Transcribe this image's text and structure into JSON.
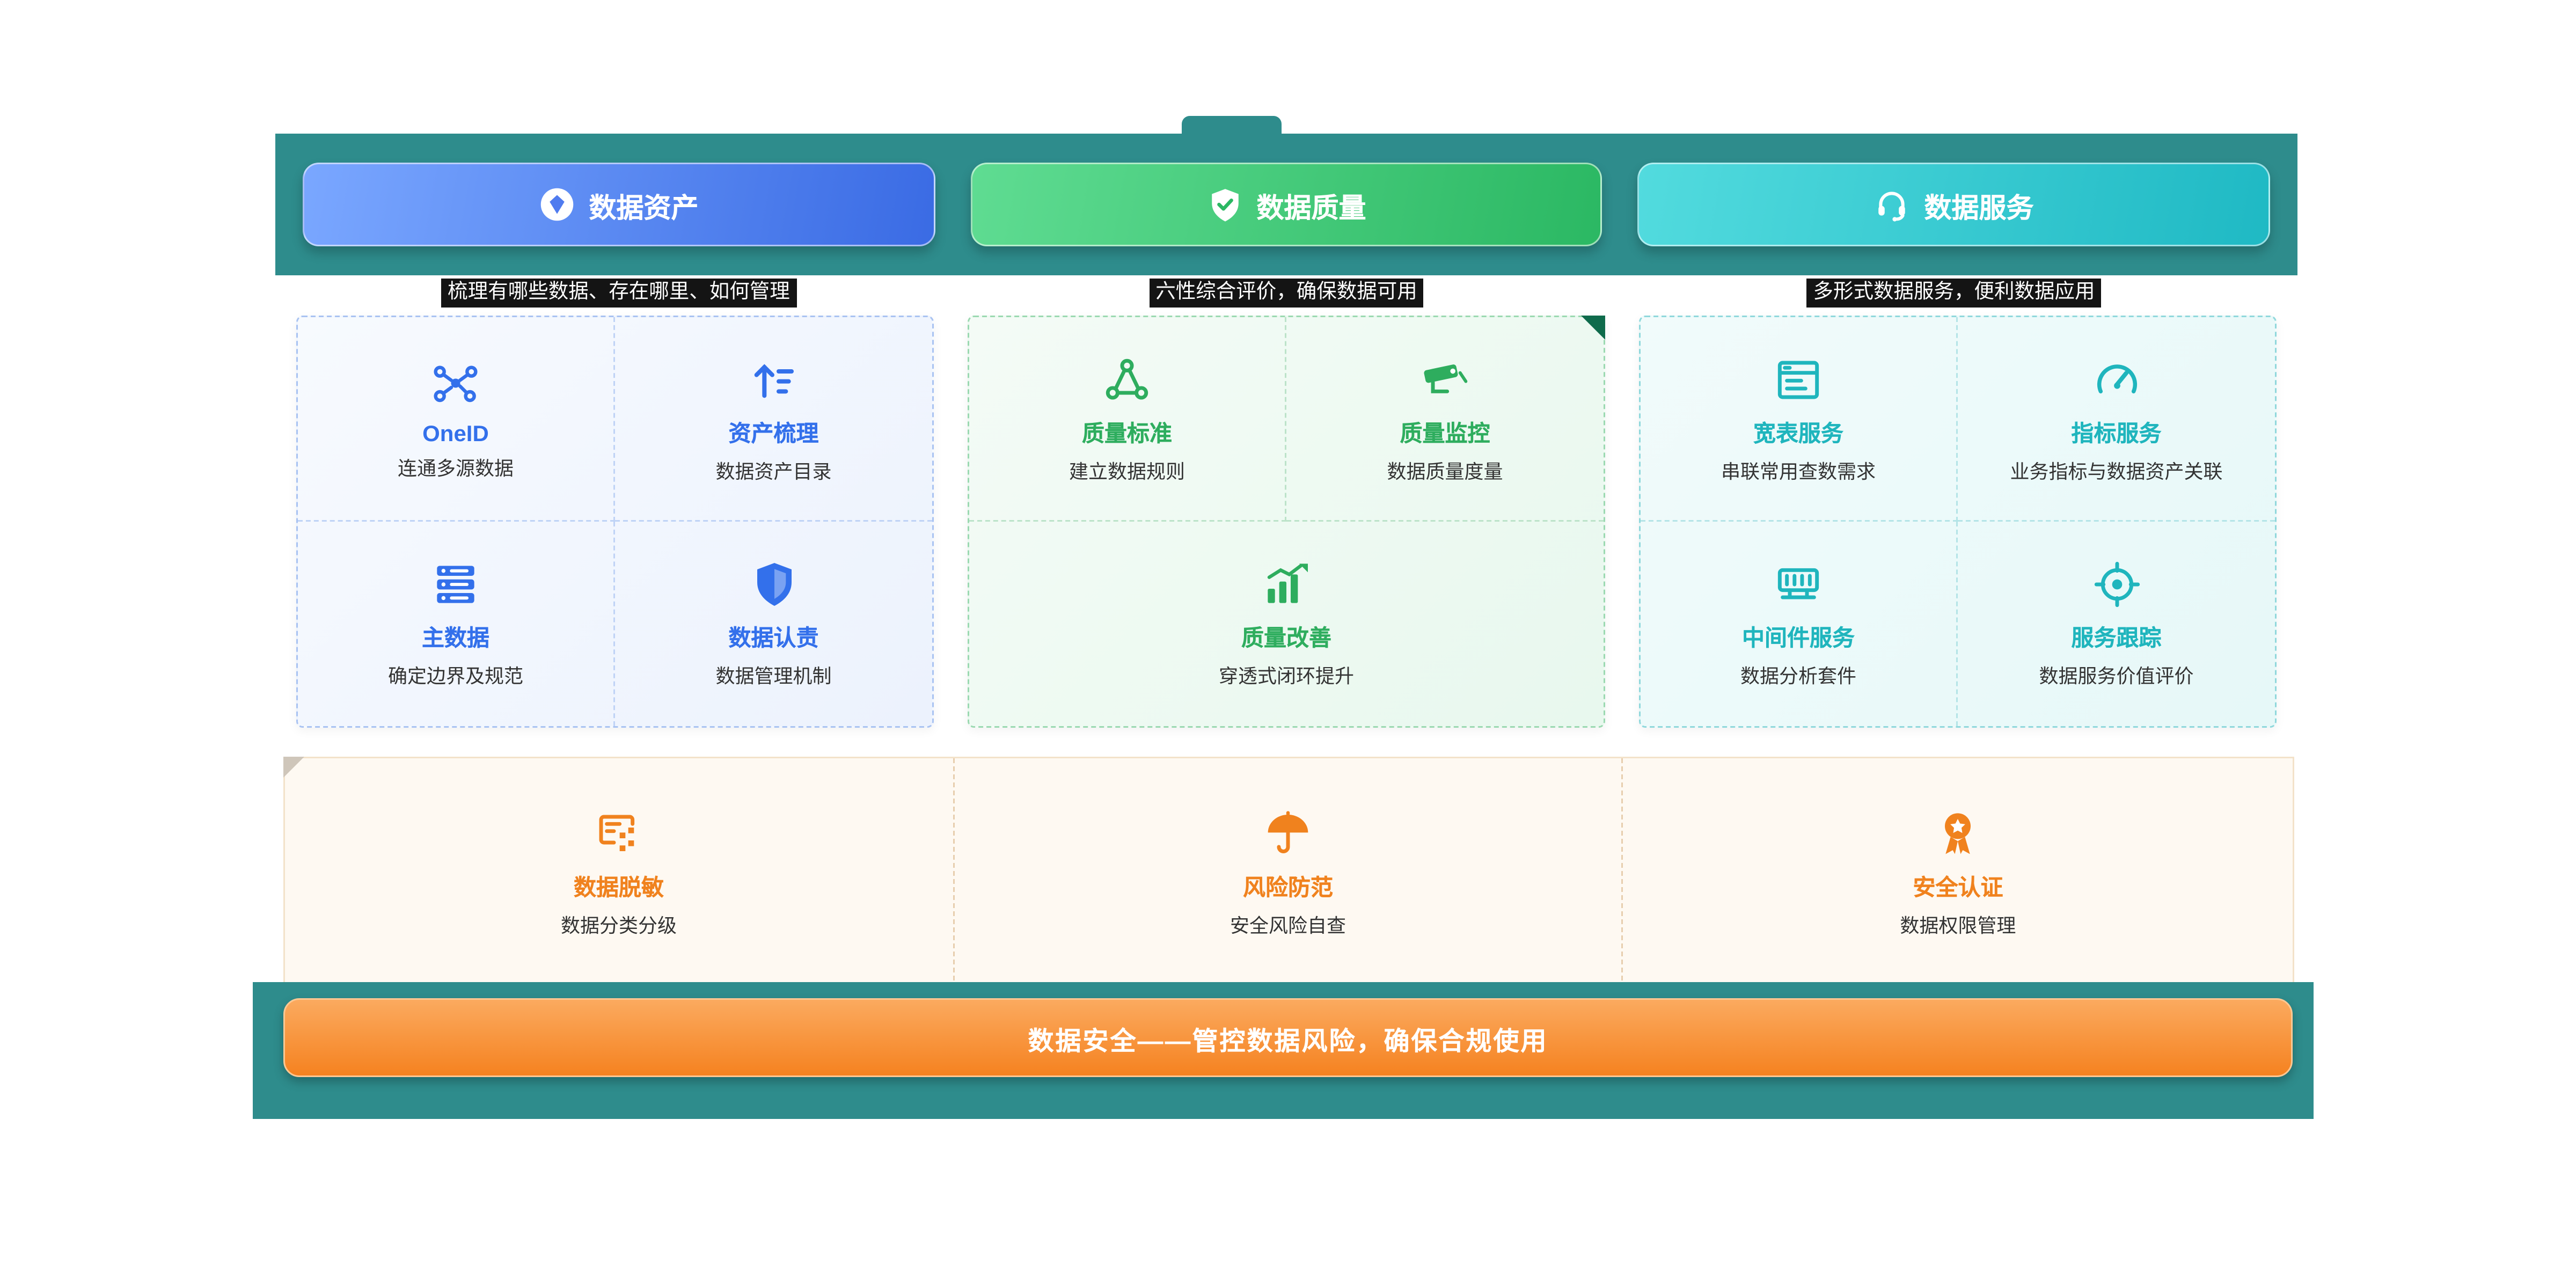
{
  "pillars": [
    {
      "label": "数据资产",
      "icon": "diamond-circle-icon",
      "subtitle": "梳理有哪些数据、存在哪里、如何管理",
      "cards": [
        {
          "title": "OneID",
          "desc": "连通多源数据",
          "icon": "network-nodes-icon"
        },
        {
          "title": "资产梳理",
          "desc": "数据资产目录",
          "icon": "sort-up-icon"
        },
        {
          "title": "主数据",
          "desc": "确定边界及规范",
          "icon": "server-stack-icon"
        },
        {
          "title": "数据认责",
          "desc": "数据管理机制",
          "icon": "shield-icon"
        }
      ]
    },
    {
      "label": "数据质量",
      "icon": "shield-check-icon",
      "subtitle": "六性综合评价，确保数据可用",
      "cards": [
        {
          "title": "质量标准",
          "desc": "建立数据规则",
          "icon": "node-triangle-icon"
        },
        {
          "title": "质量监控",
          "desc": "数据质量度量",
          "icon": "cctv-camera-icon"
        },
        {
          "title": "质量改善",
          "desc": "穿透式闭环提升",
          "icon": "rising-chart-icon"
        }
      ]
    },
    {
      "label": "数据服务",
      "icon": "headset-icon",
      "subtitle": "多形式数据服务，便利数据应用",
      "cards": [
        {
          "title": "宽表服务",
          "desc": "串联常用查数需求",
          "icon": "wide-table-icon"
        },
        {
          "title": "指标服务",
          "desc": "业务指标与数据资产关联",
          "icon": "gauge-icon"
        },
        {
          "title": "中间件服务",
          "desc": "数据分析套件",
          "icon": "middleware-icon"
        },
        {
          "title": "服务跟踪",
          "desc": "数据服务价值评价",
          "icon": "target-icon"
        }
      ]
    }
  ],
  "security": {
    "items": [
      {
        "title": "数据脱敏",
        "desc": "数据分类分级",
        "icon": "data-mask-icon"
      },
      {
        "title": "风险防范",
        "desc": "安全风险自查",
        "icon": "umbrella-icon"
      },
      {
        "title": "安全认证",
        "desc": "数据权限管理",
        "icon": "badge-star-icon"
      }
    ],
    "banner": "数据安全——管控数据风险，确保合规使用"
  },
  "colors": {
    "teal": "#2E8C8C",
    "blue": "#3370EB",
    "green": "#2EAD5E",
    "cyan": "#1FB5BD",
    "orange": "#F0821E"
  }
}
